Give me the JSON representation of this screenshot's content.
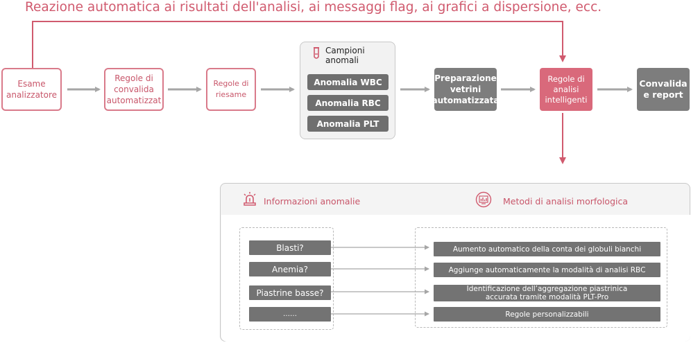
{
  "headline": "Reazione automatica ai risultati dell'analisi, ai messaggi flag, ai grafici a dispersione, ecc.",
  "flow": {
    "esame_line1": "Esame",
    "esame_line2": "analizzatore",
    "regole_convalida_1": "Regole di",
    "regole_convalida_2": "convalida",
    "regole_convalida_3": "automatizzat",
    "regole_riesame_1": "Regole di",
    "regole_riesame_2": "riesame",
    "campioni_1": "Campioni",
    "campioni_2": "anomali",
    "campioni_items": [
      "Anomalia WBC",
      "Anomalia RBC",
      "Anomalia PLT"
    ],
    "preparazione_1": "Preparazione",
    "preparazione_2": "vetrini",
    "preparazione_3": "automatizzata",
    "regole_analisi_1": "Regole di",
    "regole_analisi_2": "analisi",
    "regole_analisi_3": "intelligenti",
    "convalida_1": "Convalida",
    "convalida_2": "e report"
  },
  "panel": {
    "left_title": "Informazioni anomalie",
    "right_title": "Metodi di analisi morfologica",
    "questions": [
      "Blasti?",
      "Anemia?",
      "Piastrine basse?",
      "……"
    ],
    "methods": [
      "Aumento automatico della conta dei globuli bianchi",
      "Aggiunge automaticamente la modalità di analisi RBC",
      "Identificazione dell’aggregazione piastrinica accurata tramite modalità PLT-Pro",
      "Regole personalizzabili"
    ]
  },
  "colors": {
    "accent": "#d9697b",
    "text_accent": "#c8566a",
    "gray": "#7d7d7d",
    "arrow_gray": "#a6a6a6"
  },
  "icons": [
    "test-tube-icon",
    "alarm-light-icon",
    "chart-monitor-icon"
  ]
}
